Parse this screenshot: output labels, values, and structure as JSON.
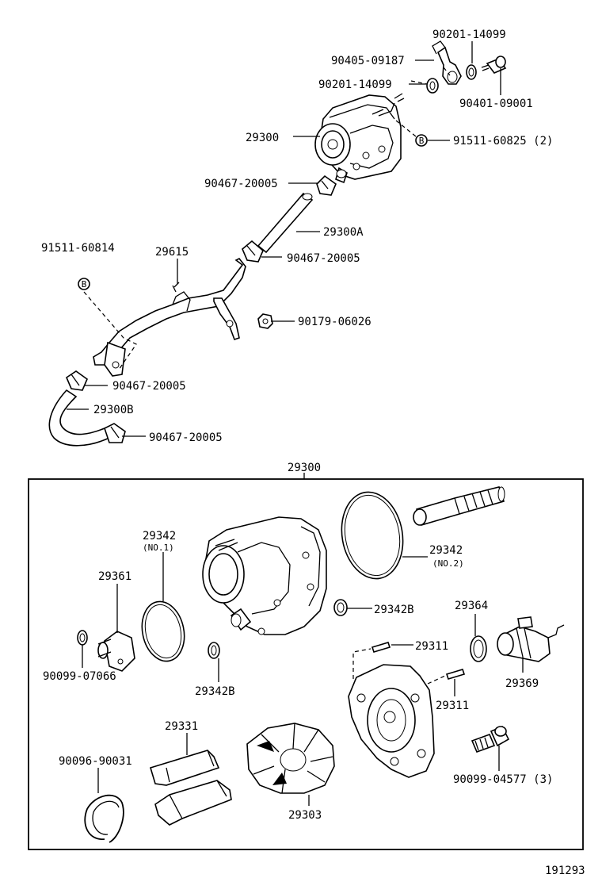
{
  "diagram": {
    "labels": {
      "l_90201_top": "90201-14099",
      "l_90405": "90405-09187",
      "l_90201_mid": "90201-14099",
      "l_90401": "90401-09001",
      "l_29300_top": "29300",
      "l_91511_60825": "91511-60825 (2)",
      "l_90467_a": "90467-20005",
      "l_29300A": "29300A",
      "l_91511_60814": "91511-60814",
      "l_29615": "29615",
      "l_90467_b": "90467-20005",
      "l_90179": "90179-06026",
      "l_90467_c": "90467-20005",
      "l_29300B": "29300B",
      "l_90467_d": "90467-20005",
      "l_29300_box": "29300",
      "l_29342_no1": "29342",
      "l_no1": "(NO.1)",
      "l_29342_no2": "29342",
      "l_no2": "(NO.2)",
      "l_29361": "29361",
      "l_29342B_r": "29342B",
      "l_29364": "29364",
      "l_90099_07066": "90099-07066",
      "l_29311_a": "29311",
      "l_29342B_l": "29342B",
      "l_29369": "29369",
      "l_29311_b": "29311",
      "l_29331": "29331",
      "l_90096": "90096-90031",
      "l_90099_04577": "90099-04577 (3)",
      "l_29303": "29303",
      "l_code": "191293"
    },
    "badges": {
      "b1": "B",
      "b2": "B"
    }
  }
}
